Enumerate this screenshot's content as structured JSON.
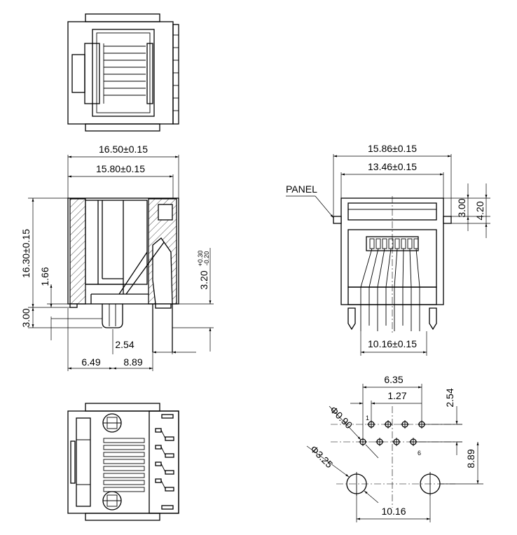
{
  "side_view": {
    "width_outer": "16.50±0.15",
    "width_inner": "15.80±0.15",
    "height": "16.30±0.15",
    "dim_166": "1.66",
    "dim_300": "3.00",
    "pin_length": "3.20",
    "pin_tol_plus": "+0.30",
    "pin_tol_minus": "-0.20",
    "dim_254": "2.54",
    "dim_649": "6.49",
    "dim_889": "8.89"
  },
  "front_view": {
    "width_outer": "15.86±0.15",
    "width_inner": "13.46±0.15",
    "panel_label": "PANEL",
    "dim_300": "3.00",
    "dim_420": "4.20",
    "pin_span": "10.16±0.15"
  },
  "footprint": {
    "dim_635": "6.35",
    "dim_127": "1.27",
    "dim_254": "2.54",
    "hole_small": "Φ0.90",
    "hole_large": "Φ3.25",
    "dim_889": "8.89",
    "dim_1016": "10.16",
    "pin_first": "1",
    "pin_last": "6"
  }
}
